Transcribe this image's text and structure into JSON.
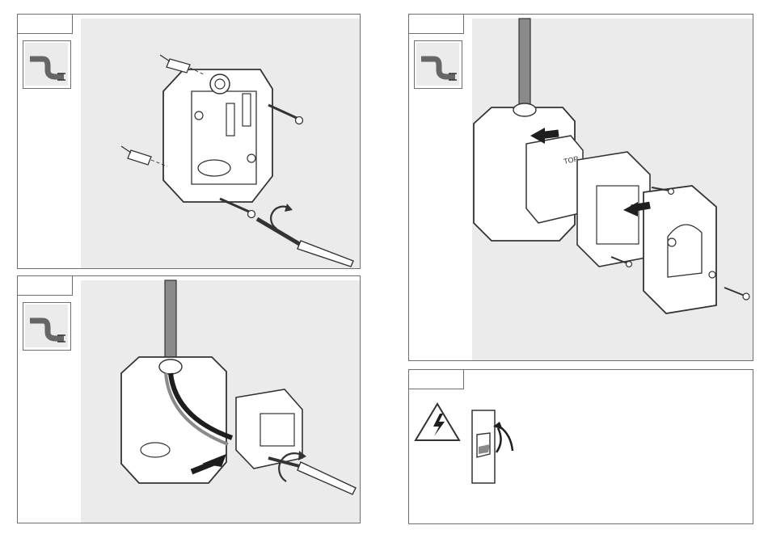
{
  "colors": {
    "frame": "#6f6f6f",
    "stroke": "#333333",
    "speckle_bg": "#ebebeb",
    "fill_light": "#ffffff",
    "fill_dark": "#1e1e1e",
    "cable": "#8a8a8a"
  },
  "panels": [
    {
      "id": "step-1",
      "icons": [
        "wire-strip-icon",
        "wall-plug-icon",
        "screw-icon",
        "screwdriver-icon",
        "rotate-arrow-icon"
      ]
    },
    {
      "id": "step-2",
      "icons": [
        "wire-strip-icon",
        "cable-icon",
        "push-arrow-icon",
        "screwdriver-icon",
        "rotate-arrow-icon"
      ]
    },
    {
      "id": "step-3",
      "icons": [
        "wire-strip-icon",
        "cable-icon",
        "push-arrow-icon",
        "screw-icon"
      ]
    },
    {
      "id": "step-4",
      "icons": [
        "electrical-hazard-icon",
        "circuit-breaker-icon",
        "rotate-arrow-icon"
      ]
    }
  ],
  "mechanism_label": "TOP"
}
